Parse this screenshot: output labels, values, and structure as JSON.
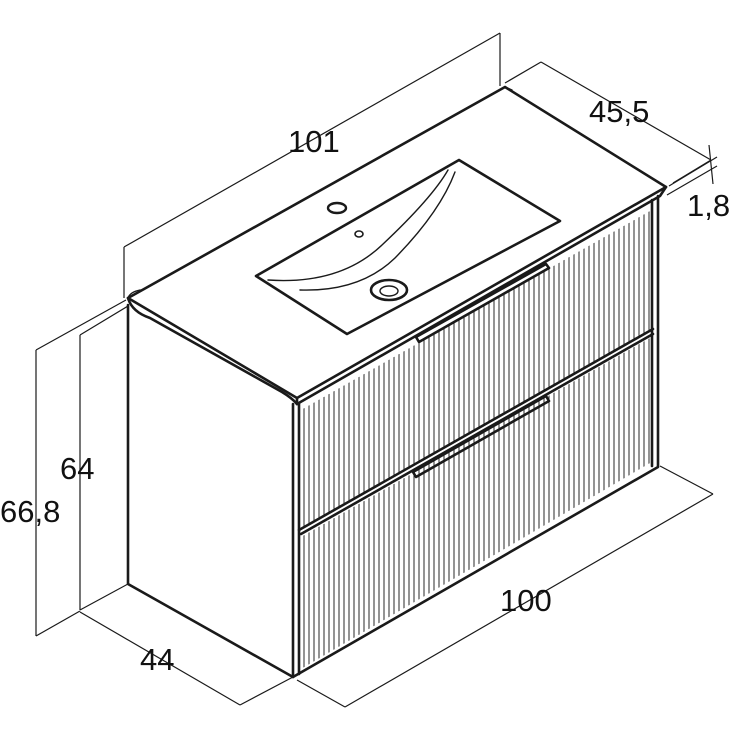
{
  "dimensions": {
    "top_width": "101",
    "top_depth": "45,5",
    "top_thickness": "1,8",
    "cabinet_height": "64",
    "total_height": "66,8",
    "cabinet_depth": "44",
    "cabinet_width": "100"
  }
}
